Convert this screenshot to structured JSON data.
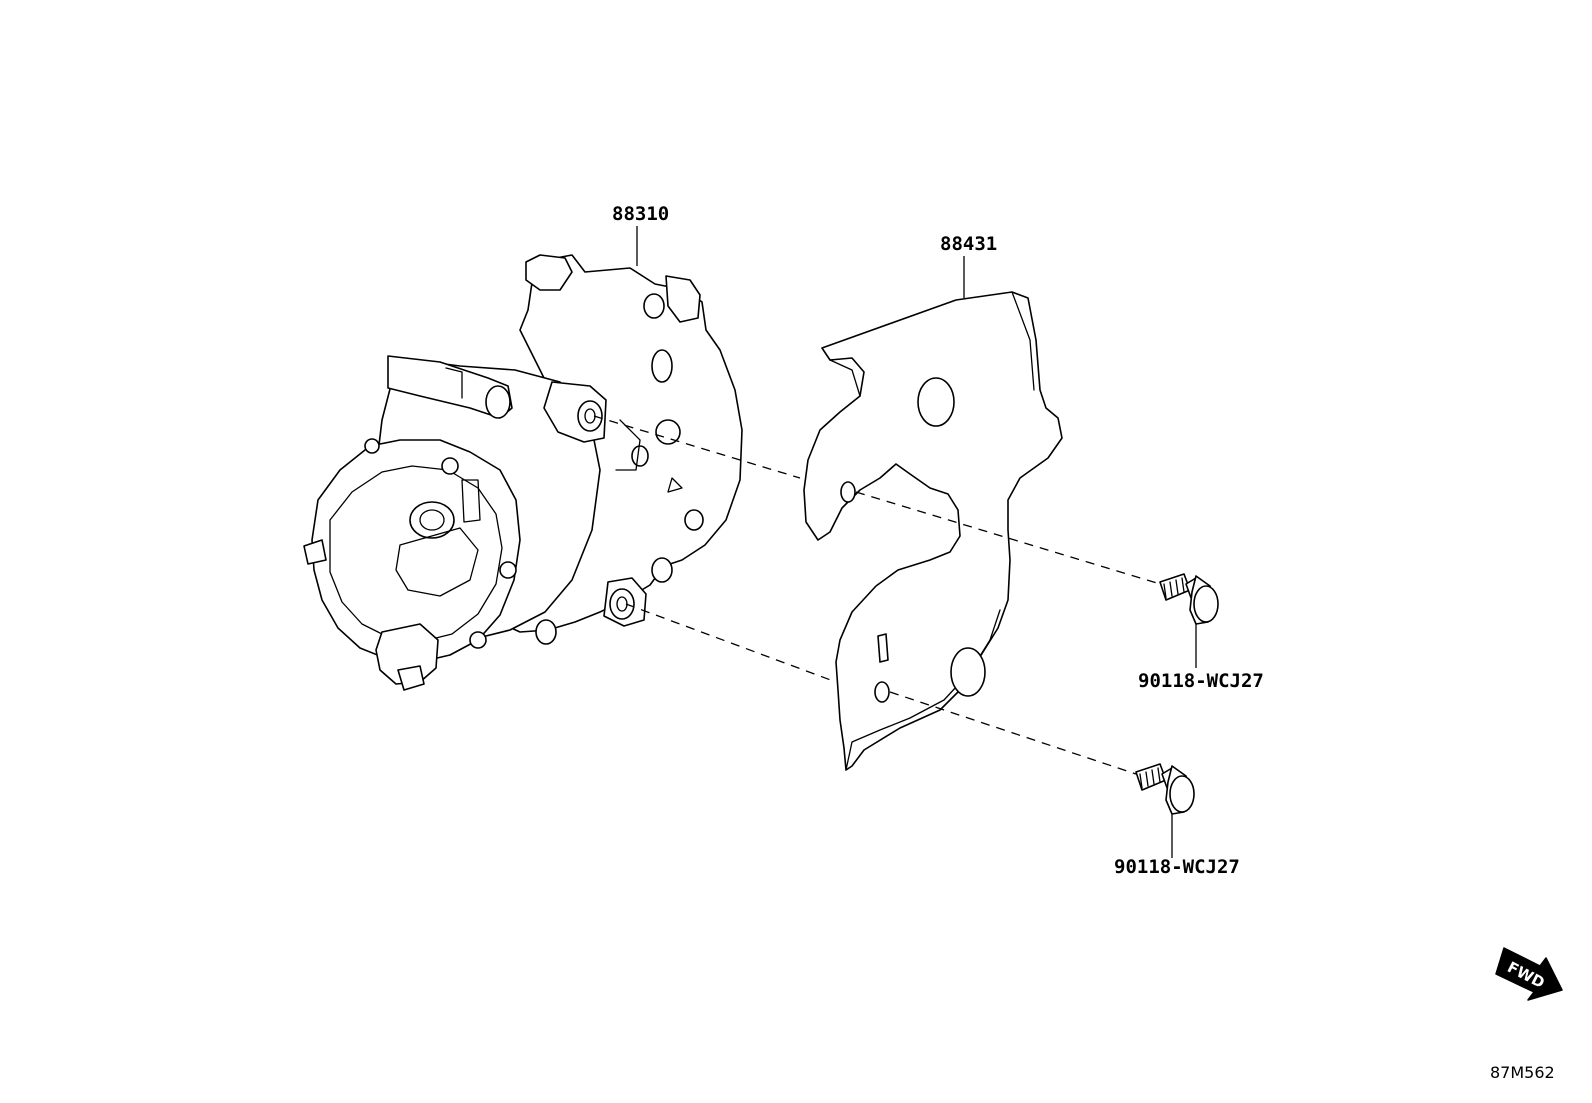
{
  "parts": [
    {
      "id": "compressor",
      "part_number": "88310"
    },
    {
      "id": "bracket",
      "part_number": "88431"
    },
    {
      "id": "bolt_upper",
      "part_number": "90118-WCJ27"
    },
    {
      "id": "bolt_lower",
      "part_number": "90118-WCJ27"
    }
  ],
  "fwd_indicator": {
    "label": "FWD"
  },
  "diagram_code": "87M562",
  "colors": {
    "line": "#000000",
    "background": "#ffffff"
  }
}
